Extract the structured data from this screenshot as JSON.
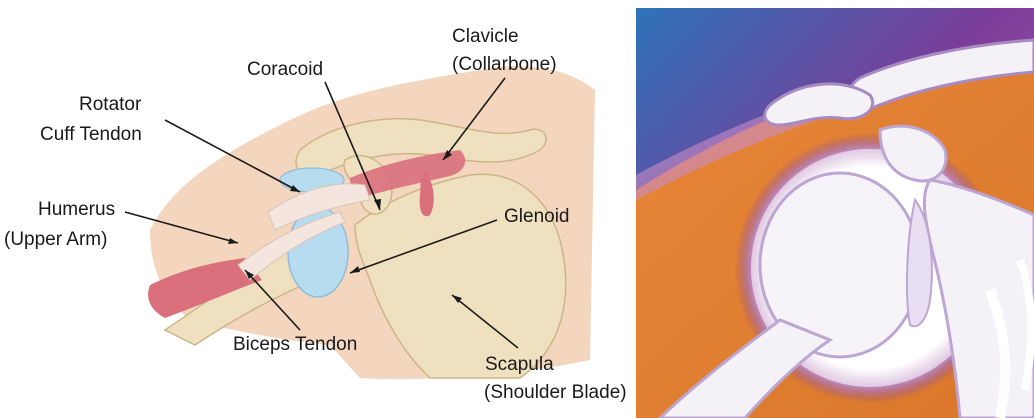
{
  "left_panel": {
    "labels": {
      "clavicle": [
        "Clavicle",
        "(Collarbone)"
      ],
      "coracoid": "Coracoid",
      "rotator_cuff": [
        "Rotator",
        "Cuff Tendon"
      ],
      "humerus": [
        "Humerus",
        "(Upper Arm)"
      ],
      "glenoid": "Glenoid",
      "biceps_tendon": "Biceps Tendon",
      "scapula": [
        "Scapula",
        "(Shoulder Blade)"
      ]
    },
    "colors": {
      "skin": "#f3d6bd",
      "bone": "#efe1bf",
      "bone_shade": "#d9c49a",
      "cartilage": "#b8dcef",
      "muscle": "#d9707c",
      "tendon": "#f4e6df"
    }
  },
  "right_panel": {
    "colors": {
      "blue": "#2e73b8",
      "purple": "#7a3d9a",
      "orange": "#e58a2e",
      "bone_white": "#f4f1f7"
    }
  }
}
